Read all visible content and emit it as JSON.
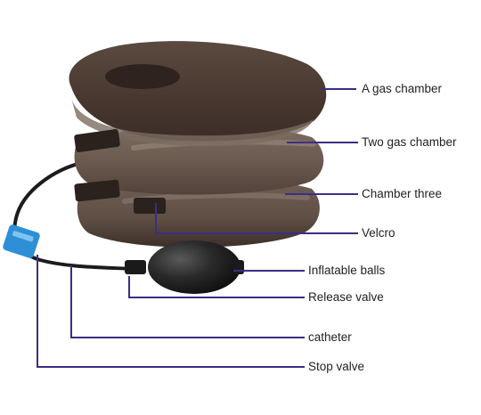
{
  "labels": {
    "gas_chamber_one": "A gas chamber",
    "gas_chamber_two": "Two gas chamber",
    "chamber_three": "Chamber three",
    "velcro": "Velcro",
    "inflatable_balls": "Inflatable balls",
    "release_valve": "Release valve",
    "catheter": "catheter",
    "stop_valve": "Stop valve"
  },
  "colors": {
    "leader_line": "#3b2d86",
    "pillow_dark": "#4a3a31",
    "pillow_mid": "#6b5a50",
    "pillow_light": "#8a7a70",
    "velcro": "#2b211d",
    "tube": "#1c1c1c",
    "bulb": "#262626",
    "stop_valve": "#2f8fd6"
  }
}
